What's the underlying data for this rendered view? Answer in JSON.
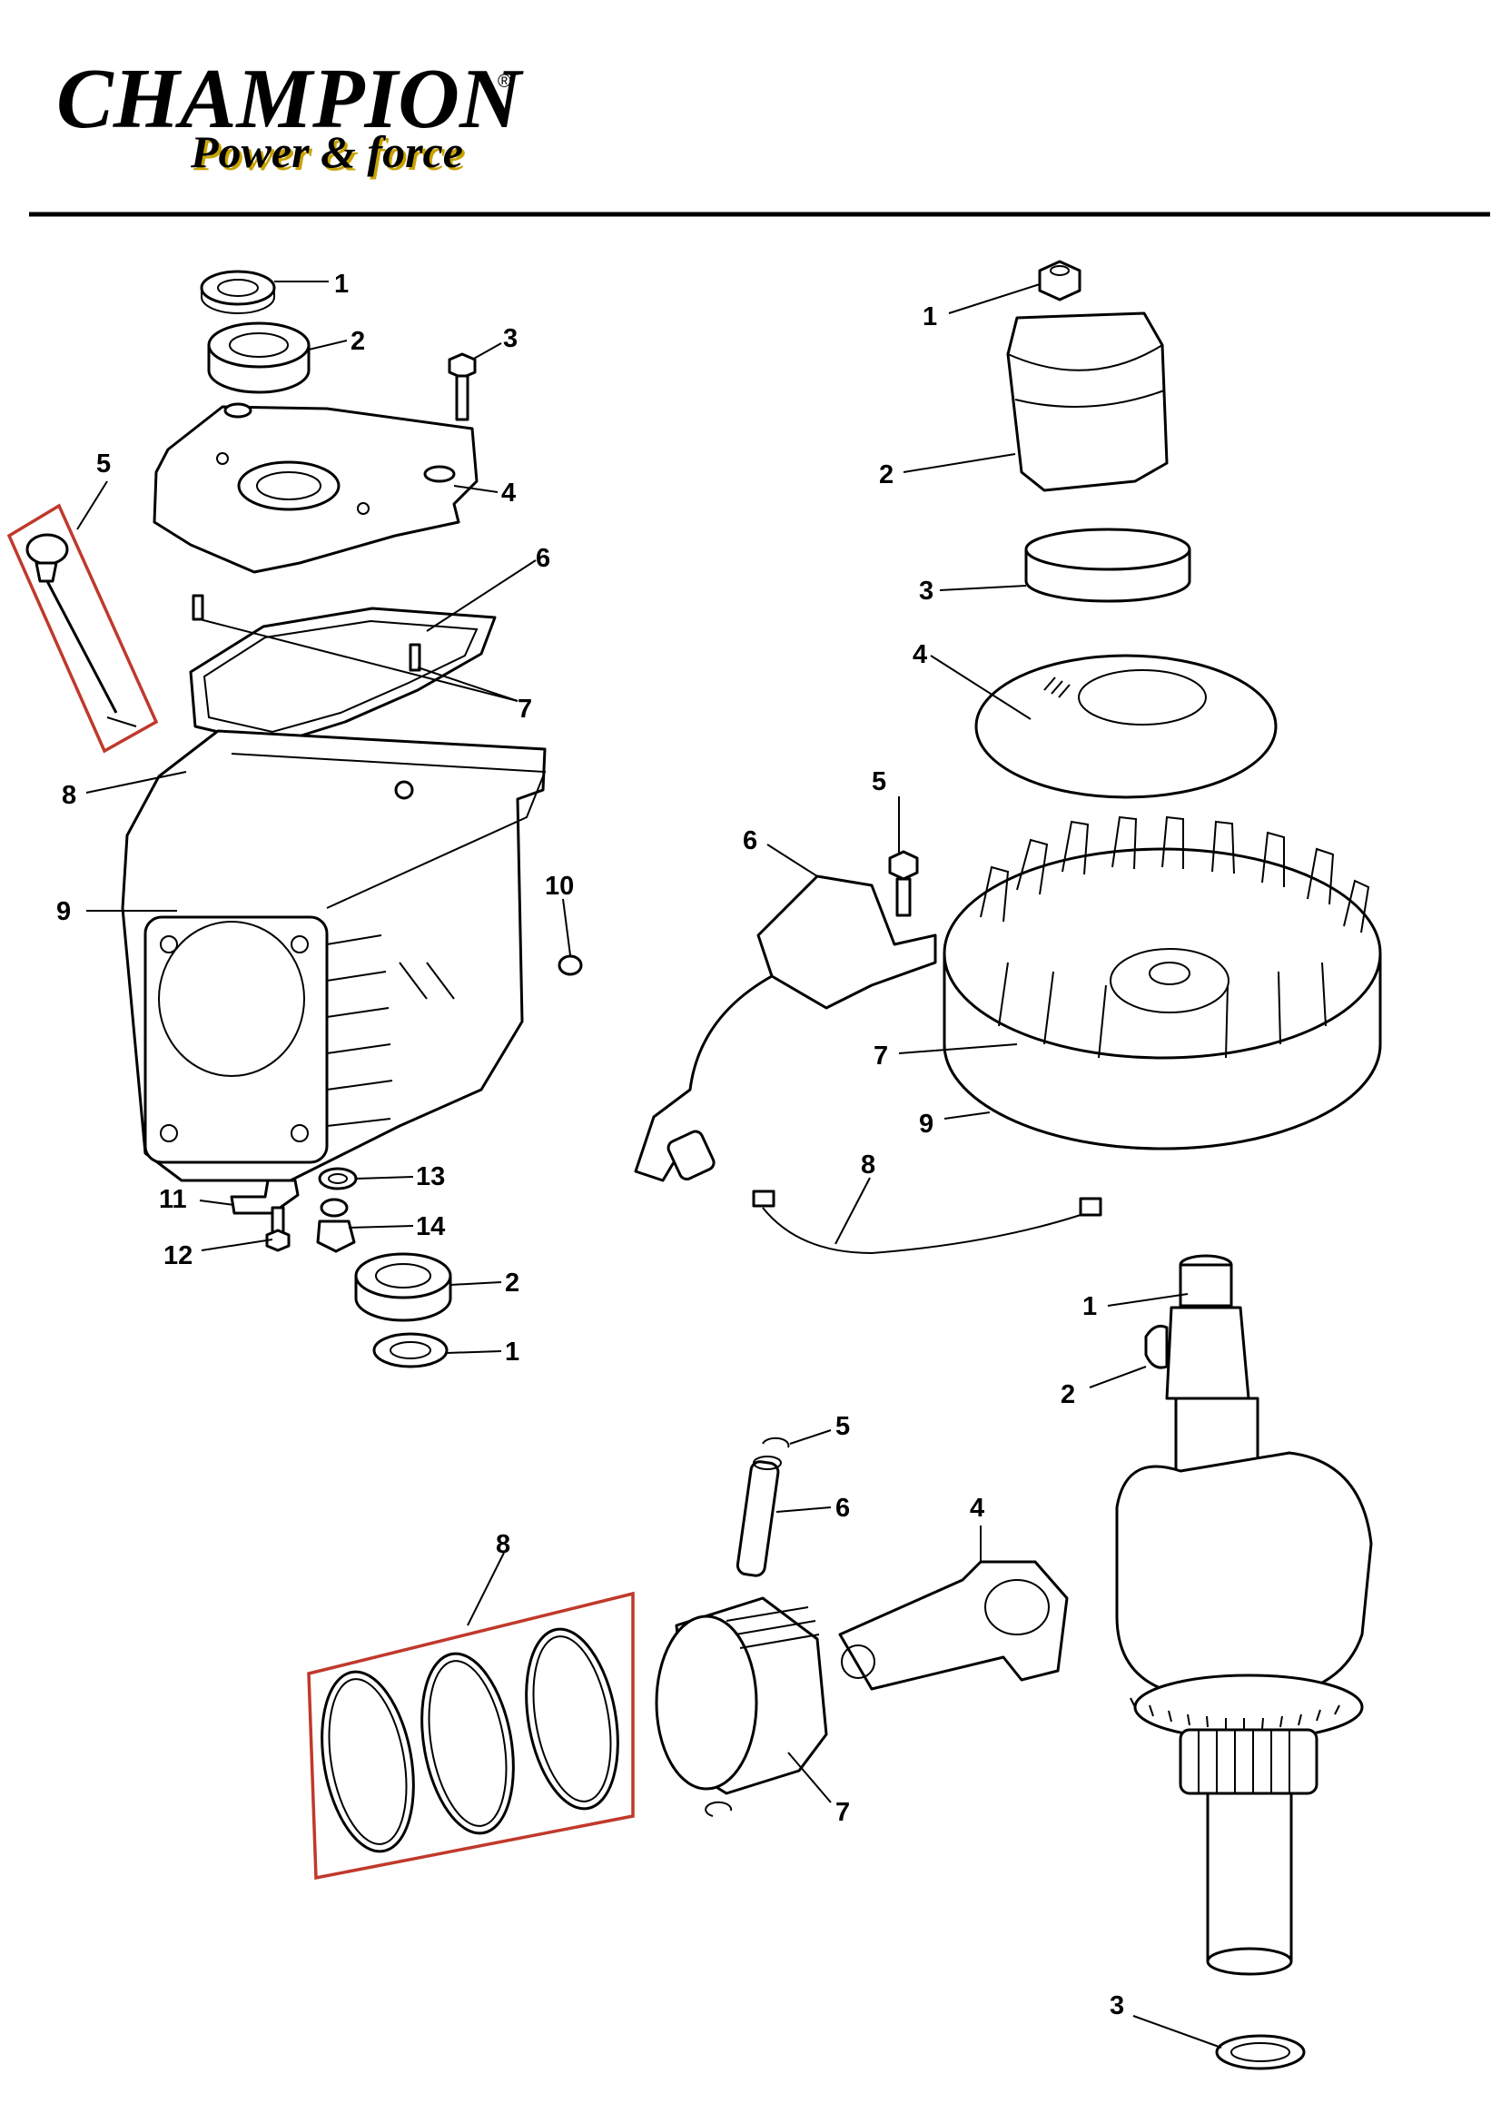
{
  "brand": {
    "name": "CHAMPION",
    "registered": "®",
    "tagline": "Power & force",
    "color_primary": "#000000",
    "color_tagline_shadow": "#c9a200"
  },
  "diagrams": {
    "crankcase": {
      "callouts": [
        "1",
        "2",
        "3",
        "4",
        "5",
        "6",
        "7",
        "8",
        "9",
        "10",
        "11",
        "12",
        "13",
        "14",
        "2",
        "1"
      ],
      "highlight_color": "#c0392b"
    },
    "flywheel_ignition": {
      "callouts": [
        "1",
        "2",
        "3",
        "4",
        "5",
        "6",
        "7",
        "9",
        "8"
      ]
    },
    "piston_rings": {
      "callouts": [
        "8",
        "5",
        "6",
        "4",
        "7"
      ],
      "highlight_color": "#c0392b"
    },
    "crankshaft": {
      "callouts": [
        "1",
        "2",
        "3"
      ]
    }
  },
  "icons": [
    "champion-logo"
  ]
}
